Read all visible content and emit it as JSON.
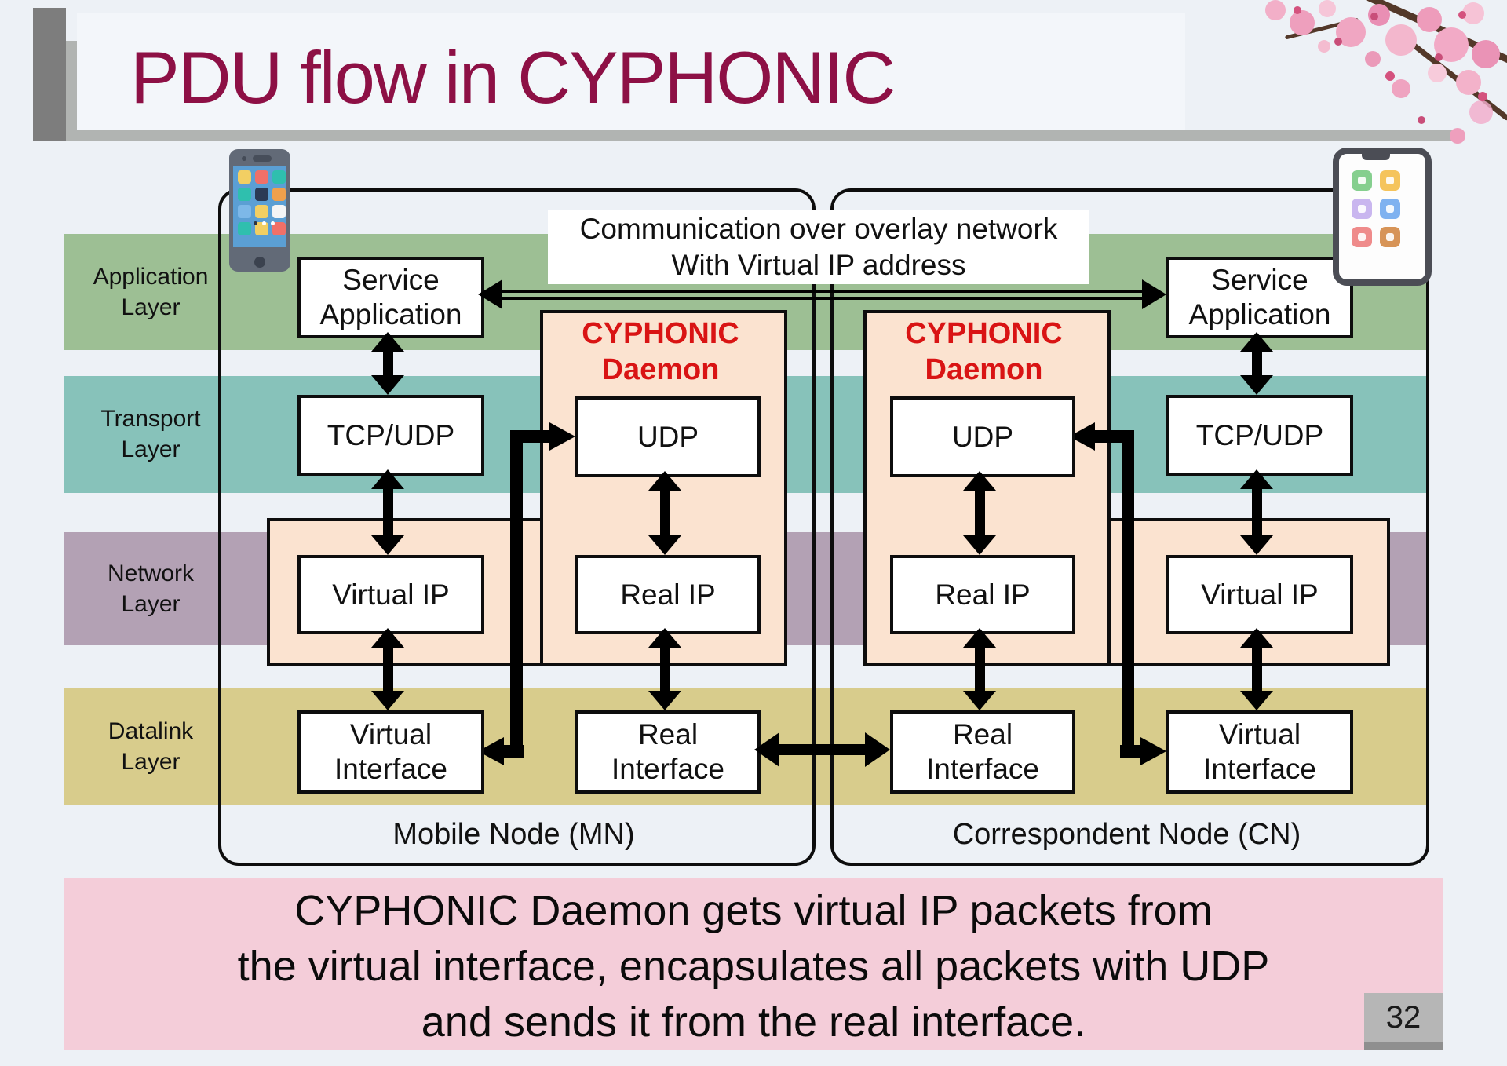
{
  "title": "PDU flow in CYPHONIC",
  "slide_number": "32",
  "colors": {
    "title_maroon": "#8d1045",
    "daemon_red": "#d91414",
    "application_band_green": "#9dbf94",
    "transport_band_teal": "#87c2ba",
    "network_band_mauve": "#b3a1b4",
    "datalink_band_khaki": "#d8cc8c",
    "daemon_peach": "#fbe3d0",
    "banner_pink": "#f4cdd9",
    "box_border": "#0d0d0d"
  },
  "icons": {
    "mobile_node_phone": "smartphone-icon",
    "correspondent_node_phone": "smartphone-icon",
    "decoration": "cherry-blossom-branch"
  },
  "layer_labels": [
    {
      "line1": "Application",
      "line2": "Layer"
    },
    {
      "line1": "Transport",
      "line2": "Layer"
    },
    {
      "line1": "Network",
      "line2": "Layer"
    },
    {
      "line1": "Datalink",
      "line2": "Layer"
    }
  ],
  "overlay_note": {
    "line1": "Communication over overlay network",
    "line2": "With Virtual IP address"
  },
  "mobile_node": {
    "caption": "Mobile Node (MN)",
    "daemon_title": {
      "line1": "CYPHONIC",
      "line2": "Daemon"
    },
    "boxes": {
      "service_application": "Service Application",
      "tcp_udp": "TCP/UDP",
      "virtual_ip": "Virtual IP",
      "virtual_interface": "Virtual Interface",
      "udp": "UDP",
      "real_ip": "Real IP",
      "real_interface": "Real Interface"
    }
  },
  "correspondent_node": {
    "caption": "Correspondent Node (CN)",
    "daemon_title": {
      "line1": "CYPHONIC",
      "line2": "Daemon"
    },
    "boxes": {
      "service_application": "Service Application",
      "tcp_udp": "TCP/UDP",
      "virtual_ip": "Virtual IP",
      "virtual_interface": "Virtual Interface",
      "udp": "UDP",
      "real_ip": "Real IP",
      "real_interface": "Real Interface"
    }
  },
  "footer": {
    "line1": "CYPHONIC Daemon gets virtual IP packets from",
    "line2": "the virtual interface, encapsulates all packets with UDP",
    "line3": "and sends it from the real interface."
  }
}
